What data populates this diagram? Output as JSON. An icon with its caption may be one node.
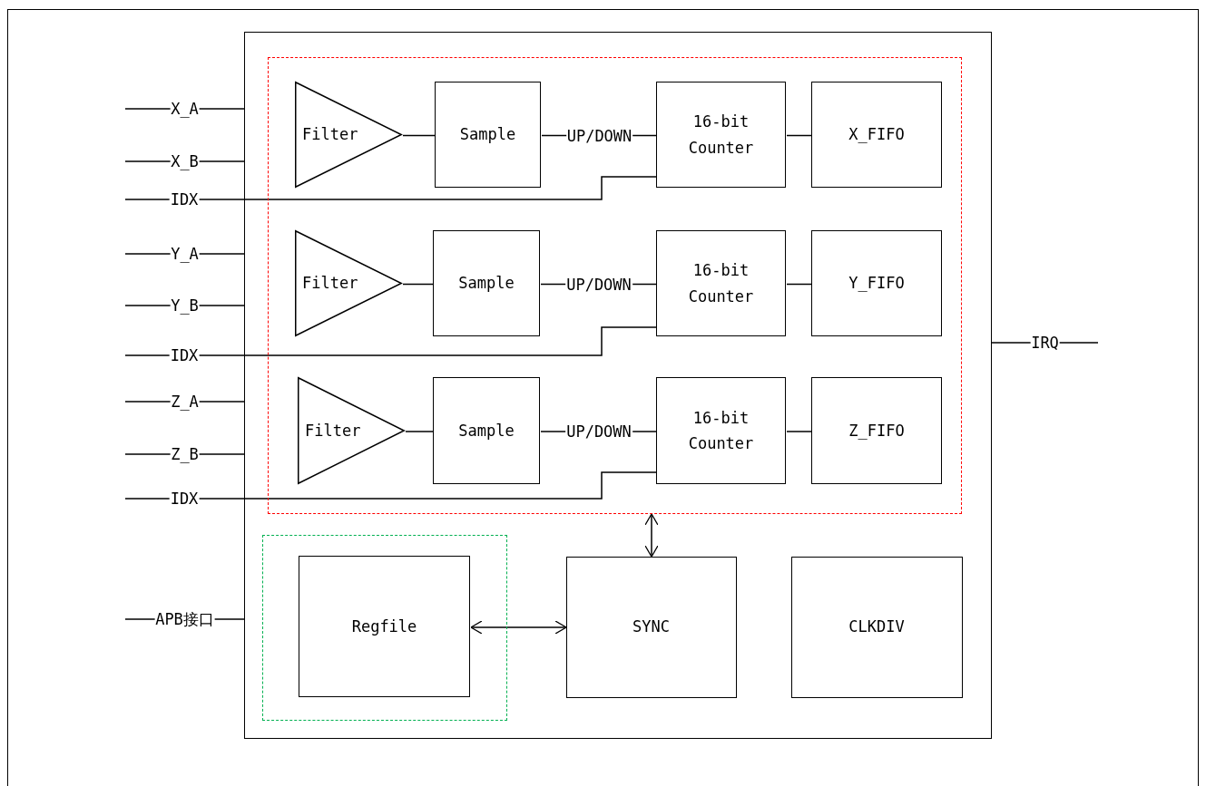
{
  "diagram": {
    "nodes": [
      {
        "text": [],
        "shape": "box"
      },
      {
        "text": [],
        "shape": "box",
        "in": 0
      },
      {
        "text": [
          "Filter"
        ],
        "in": 1
      },
      {
        "text": [
          "Sample"
        ],
        "in": 1
      },
      {
        "text": [
          "16-bit Counter"
        ],
        "in": 1
      },
      {
        "text": [
          "X_FIFO"
        ],
        "in": 1
      },
      {
        "text": [
          "Filter"
        ],
        "in": 1
      },
      {
        "text": [
          "Sample"
        ],
        "in": 1
      },
      {
        "text": [
          "16-bit Counter"
        ],
        "in": 1
      },
      {
        "text": [
          "Y_FIFO"
        ],
        "in": 1
      },
      {
        "text": [
          "Filter"
        ],
        "in": 1
      },
      {
        "text": [
          "Sample"
        ],
        "in": 1
      },
      {
        "text": [
          "16-bit Counter"
        ],
        "in": 1
      },
      {
        "text": [
          "Z_FIFO"
        ],
        "in": 1
      },
      {
        "text": [],
        "shape": "box",
        "in": 0
      },
      {
        "text": [
          "Regfile"
        ],
        "in": 14
      },
      {
        "text": [
          "SYNC"
        ],
        "in": 0
      },
      {
        "text": [
          "CLKDIV"
        ],
        "in": 0
      }
    ],
    "edges": [
      {
        "from": null,
        "to": 0,
        "arrow": "none",
        "label": "X_A"
      },
      {
        "from": null,
        "to": 0,
        "arrow": "none",
        "label": "X_B"
      },
      {
        "from": null,
        "to": 4,
        "arrow": "none",
        "label": "IDX"
      },
      {
        "from": null,
        "to": 0,
        "arrow": "none",
        "label": "Y_A"
      },
      {
        "from": null,
        "to": 0,
        "arrow": "none",
        "label": "Y_B"
      },
      {
        "from": null,
        "to": 8,
        "arrow": "none",
        "label": "IDX"
      },
      {
        "from": null,
        "to": 0,
        "arrow": "none",
        "label": "Z_A"
      },
      {
        "from": null,
        "to": 0,
        "arrow": "none",
        "label": "Z_B"
      },
      {
        "from": null,
        "to": 12,
        "arrow": "none",
        "label": "IDX"
      },
      {
        "from": null,
        "to": 0,
        "arrow": "none",
        "label": "APB接口"
      },
      {
        "from": 0,
        "to": null,
        "arrow": "none",
        "label": "IRQ"
      },
      {
        "from": 2,
        "to": 3,
        "arrow": "none"
      },
      {
        "from": 3,
        "to": 4,
        "arrow": "none",
        "label": "UP/DOWN"
      },
      {
        "from": 4,
        "to": 5,
        "arrow": "none"
      },
      {
        "from": 6,
        "to": 7,
        "arrow": "none"
      },
      {
        "from": 7,
        "to": 8,
        "arrow": "none",
        "label": "UP/DOWN"
      },
      {
        "from": 8,
        "to": 9,
        "arrow": "none"
      },
      {
        "from": 10,
        "to": 11,
        "arrow": "none"
      },
      {
        "from": 11,
        "to": 12,
        "arrow": "none",
        "label": "UP/DOWN"
      },
      {
        "from": 12,
        "to": 13,
        "arrow": "none"
      },
      {
        "from": 1,
        "to": 16,
        "arrow": "both"
      },
      {
        "from": 15,
        "to": 16,
        "arrow": "both"
      }
    ]
  }
}
